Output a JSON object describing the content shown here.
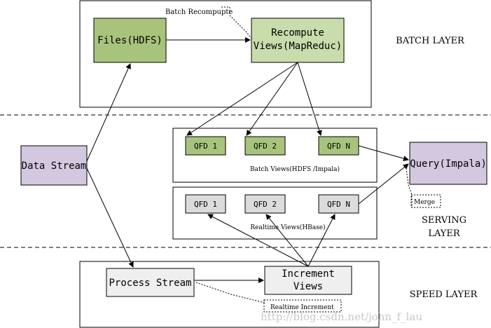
{
  "layers": {
    "batch": "BATCH LAYER",
    "serving_line1": "SERVING",
    "serving_line2": "LAYER",
    "speed": "SPEED LAYER"
  },
  "nodes": {
    "files_hdfs": "Files(HDFS)",
    "recompute_line1": "Recompute",
    "recompute_line2": "Views(MapReduc)",
    "data_stream": "Data Stream",
    "query": "Query(Impala)",
    "process_stream": "Process Stream",
    "increment_line1": "Increment",
    "increment_line2": "Views"
  },
  "batch_views": {
    "items": [
      "QFD 1",
      "QFD 2",
      "QFD N"
    ],
    "caption": "Batch Views(HDFS /Impala)"
  },
  "realtime_views": {
    "items": [
      "QFD 1",
      "QFD 2",
      "QFD N"
    ],
    "caption": "Realtime Views(HBase)"
  },
  "annotations": {
    "batch_recompute": "Batch Recompupte",
    "merge": "Merge",
    "realtime_increment": "Realtime Increment"
  },
  "watermark": "http://blog.csdn.net/john_f_lau",
  "colors": {
    "green_fill": "#a8c47c",
    "green_light_fill": "#c9dcab",
    "purple_fill": "#d4c8e0",
    "gray_fill": "#dcdcdc",
    "light_gray_fill": "#efefef",
    "stroke": "#000000"
  }
}
